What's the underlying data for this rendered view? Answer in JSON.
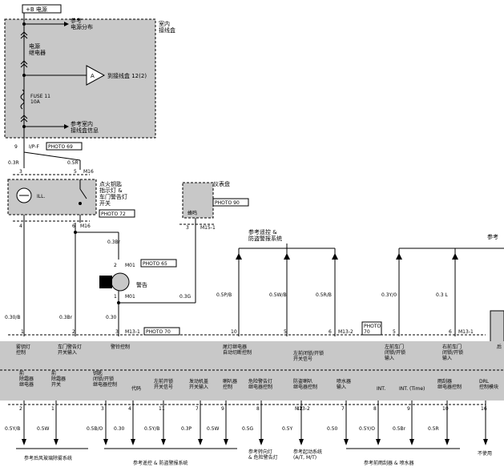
{
  "header": {
    "power_label": "+B 电源"
  },
  "junction_box": {
    "title": "室内\n接线盒",
    "ref_power": "参考\n电源分布",
    "relay": "电源\n继电器",
    "fuse": "FUSE 11\n10A",
    "arrow_label": "A",
    "arrow_target": "到接线盒 12(2)",
    "ref_junction": "参考室内\n接线盒信息"
  },
  "connector_9": {
    "pin": "9",
    "conn": "I/P-F",
    "photo": "PHOTO 69"
  },
  "left_wires": {
    "w1": "0.3R",
    "w2": "0.5R",
    "pin3": "3",
    "pin5": "5",
    "conn": "M16"
  },
  "ignition_switch": {
    "ill": "ILL.",
    "label": "点火钥匙\n指示灯 &\n车门警告灯\n开关",
    "photo": "PHOTO 72",
    "pin4": "4",
    "pin6": "6",
    "conn": "M16"
  },
  "instrument_panel": {
    "title": "仪表盘",
    "photo": "PHOTO 90",
    "label": "蜂鸣",
    "pin": "3",
    "conn": "M15-1"
  },
  "buzzer": {
    "wire_top": "0.3Br",
    "pin2": "2",
    "conn_top": "M01",
    "photo": "PHOTO 65",
    "label": "警告",
    "pin1": "1",
    "conn_bot": "M01",
    "wire_right": "0.3G"
  },
  "mid_wires": {
    "w_left": "0.30/B",
    "w_mid": "0.3Br",
    "w_right": "0.30"
  },
  "ref_alarm_top": "参考遥控 &\n防盗警报系统",
  "ref_top_right": "参考",
  "top_right_wires": {
    "w1": "0.5P/B",
    "w2": "0.5W/B",
    "w3": "0.5R/B",
    "w4": "0.3Y/0",
    "w5": "0.3 L"
  },
  "upper_pins": {
    "p1": "1",
    "p2": "2",
    "p3": "3",
    "conn_mid": "M13-1",
    "photo_mid": "PHOTO 70",
    "p10": "10",
    "p5a": "5",
    "p6a": "6",
    "conn_r": "M13-2",
    "photo_r": "PHOTO\n70",
    "p5b": "5",
    "p6b": "6",
    "conn_rr": "M13-1"
  },
  "module_top_labels": [
    "雾钥灯\n控制",
    "车门警告灯\n开关输入",
    "警铃控制",
    "尾灯继电器\n自动切断控制",
    "左前闭锁/开锁\n开关信号",
    "左前车门\n闭锁/开锁\n输入",
    "右前车门\n闭锁/开锁\n输入",
    "后"
  ],
  "module_bottom_labels": [
    "前\n除霜器\n继电器",
    "前\n除霜器\n开关",
    "钥匙\n闭锁/开锁\n继电器控制",
    "代码",
    "左前开锁\n开关信号",
    "发动机盖\n开关输入",
    "喇叭器\n控制",
    "危险警告灯\n继电器控制",
    "防盗喇叭\n继电器控制",
    "喷水器\n输入",
    "INT.",
    "INT. (Time)",
    "雨刮器\n继电器控制",
    "DRL\n控制模块"
  ],
  "lower_pins": [
    "2",
    "1",
    "3",
    "4",
    "11",
    "7",
    "9",
    "8",
    "12",
    "7",
    "8",
    "9",
    "10",
    "16"
  ],
  "lower_conn": "M13-2",
  "lower_wires": [
    "0.5Y/B",
    "0.5W",
    "0.5B/O",
    "0.30",
    "0.5Y/B",
    "0.3P",
    "0.5W",
    "0.5G",
    "0.5Y",
    "0.50",
    "0.5Y/O",
    "0.5Br",
    "0.5R"
  ],
  "bottom_refs": {
    "defroster": "参考后风玻璃除雾系统",
    "alarm": "参考遥控 & 防盗警报系统",
    "taillamp": "参考转向灯\n& 危险警告灯",
    "starting": "参考起动系统\n(A/T, M/T)",
    "wiper": "参考前雨刮器 & 喷水器",
    "unused": "不使用"
  }
}
